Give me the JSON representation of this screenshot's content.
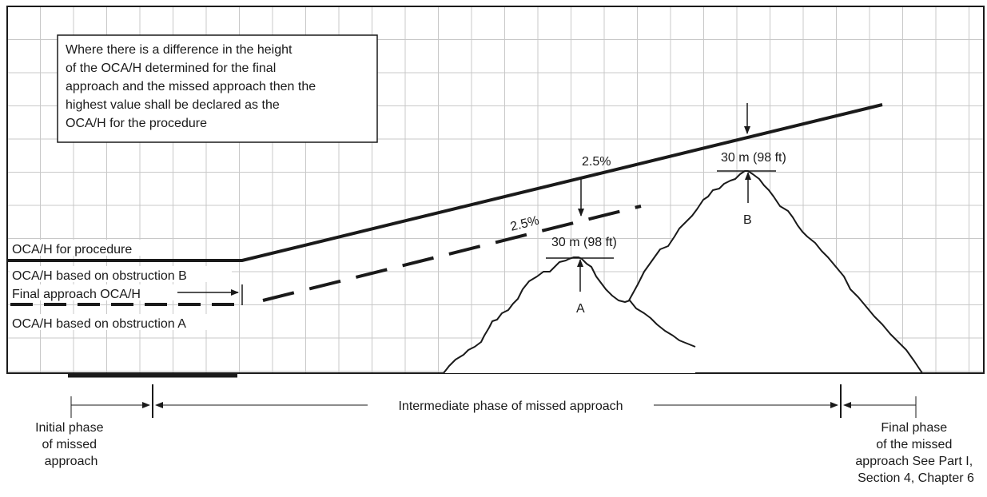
{
  "note": {
    "lines": [
      "Where there is a difference in the height",
      "of the OCA/H determined for the final",
      "approach and the missed approach then the",
      "highest value shall be declared as the",
      "OCA/H for the procedure"
    ]
  },
  "labels": {
    "oca_procedure": "OCA/H for procedure",
    "oca_obstruction_b": "OCA/H based on obstruction B",
    "final_approach_oca": "Final approach OCA/H",
    "oca_obstruction_a": "OCA/H based on obstruction A",
    "gradient_upper": "2.5%",
    "gradient_lower": "2.5%",
    "clearance_a": "30 m (98 ft)",
    "clearance_b": "30 m (98 ft)",
    "obstacle_a": "A",
    "obstacle_b": "B"
  },
  "phases": {
    "initial": [
      "Initial phase",
      "of missed",
      "approach"
    ],
    "intermediate": "Intermediate phase of missed approach",
    "final": [
      "Final phase",
      "of the missed",
      "approach See Part I,",
      "Section 4, Chapter 6"
    ]
  },
  "colors": {
    "ink": "#1a1a1a",
    "grid": "#c8c8c8",
    "background": "#ffffff"
  }
}
